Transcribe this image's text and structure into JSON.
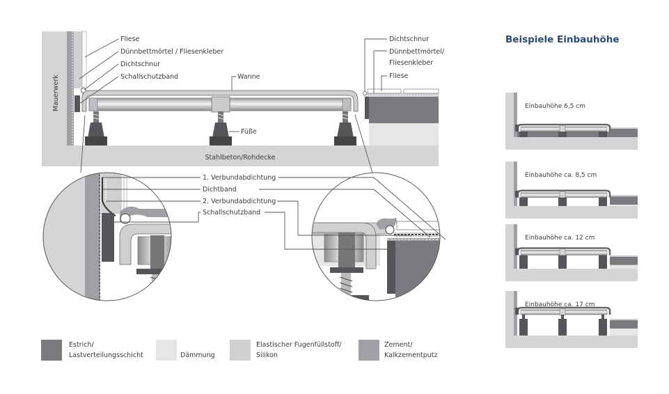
{
  "colors": {
    "title": "#2b4a78",
    "estrich": "#7a7b7f",
    "daemmung": "#e6e6e7",
    "silikon": "#cfd0d2",
    "zement": "#a0a1a4",
    "concrete": "#d4d5d7",
    "wall": "#cfd0d2",
    "foot": "#555659",
    "tub": "#c9cacc",
    "frame": "#bdbec1",
    "text": "#3a3a3a",
    "line": "#555555"
  },
  "main_diagram": {
    "wall_label": "Mauerwerk",
    "floor_label": "Stahlbeton/Rohdecke",
    "feet_label": "Füße",
    "tub_label": "Wanne",
    "left_callouts": [
      "Fliese",
      "Dünnbettmörtel / Fliesenkleber",
      "Dichtschnur",
      "Schallschutzband"
    ],
    "right_callouts": [
      "Dichtschnur",
      "Dünnbettmörtel/",
      "Fliesenkleber",
      "Fliese"
    ]
  },
  "detail_callouts": [
    "1. Verbundabdichtung",
    "Dichtband",
    "2. Verbundabdichtung",
    "Schallschutzband"
  ],
  "examples": {
    "title": "Beispiele Einbauhöhe",
    "items": [
      {
        "label": "Einbauhöhe 6,5 cm",
        "height_cm": 6.5
      },
      {
        "label": "Einbauhöhe ca. 8,5 cm",
        "height_cm": 8.5
      },
      {
        "label": "Einbauhöhe ca. 12 cm",
        "height_cm": 12
      },
      {
        "label": "Einbauhöhe ca. 17 cm",
        "height_cm": 17
      }
    ]
  },
  "legend": [
    {
      "line1": "Estrich/",
      "line2": "Lastverteilungsschicht",
      "color": "#7a7b7f"
    },
    {
      "line1": "",
      "line2": "Dämmung",
      "color": "#e6e6e7"
    },
    {
      "line1": "Elastischer Fugenfüllstoff/",
      "line2": "Silikon",
      "color": "#cfd0d2"
    },
    {
      "line1": "Zement/",
      "line2": "Kalkzementputz",
      "color": "#a0a1a4"
    }
  ]
}
